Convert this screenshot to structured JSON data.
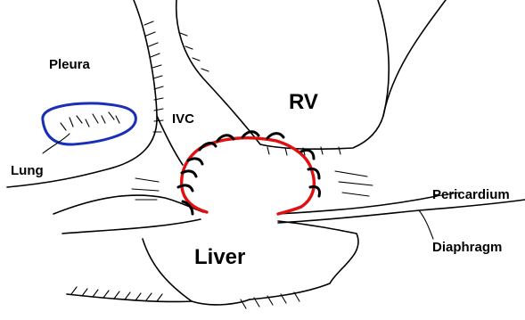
{
  "labels": {
    "pleura": "Pleura",
    "lung": "Lung",
    "ivc": "IVC",
    "rv": "RV",
    "pericardium": "Pericardium",
    "diaphragm": "Diaphragm",
    "liver": "Liver"
  },
  "colors": {
    "line": "#000000",
    "suture_line": "#e01010",
    "lung_outline": "#1a2fb8",
    "background": "#ffffff"
  }
}
